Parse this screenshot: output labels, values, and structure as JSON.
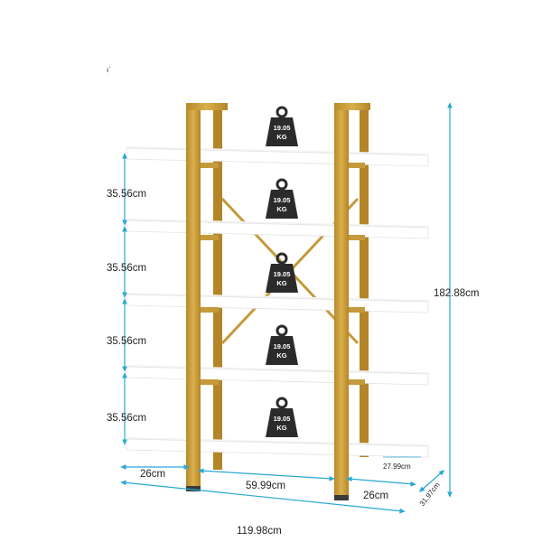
{
  "product": {
    "shelf_count": 5,
    "frame_color": "#c9a03c",
    "frame_dark": "#a87d22",
    "shelf_color": "#ffffff",
    "arrow_color": "#29a8d6",
    "weight_icon_color": "#2b2b2b"
  },
  "shelf_loads": [
    "19.05\nKG",
    "19.05\nKG",
    "19.05\nKG",
    "19.05\nKG",
    "19.05\nKG"
  ],
  "dimensions": {
    "shelf_spacing": [
      "35.56cm",
      "35.56cm",
      "35.56cm",
      "35.56cm"
    ],
    "total_height": "182.88cm",
    "total_width": "119.98cm",
    "side_overhang_left": "26cm",
    "middle_span": "59.99cm",
    "side_overhang_right": "26cm",
    "depth_top": "27.99cm",
    "depth": "31.97cm"
  },
  "weight": {
    "line1": "19.05",
    "line2": "KG"
  }
}
